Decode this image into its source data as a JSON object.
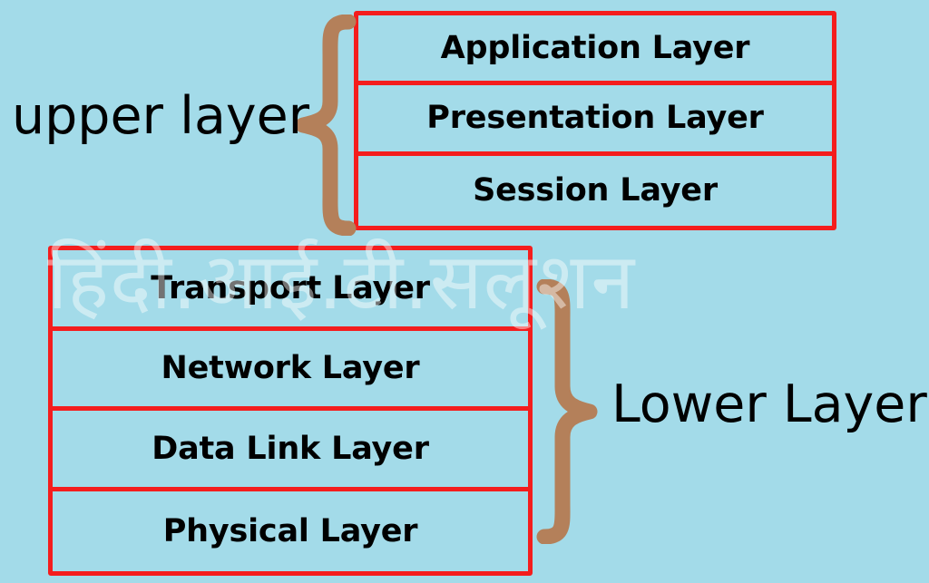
{
  "background_color": "#a3dbe9",
  "accent_color": "#f41d1d",
  "brace_color": "#b4805a",
  "text_color": "#000000",
  "watermark": {
    "text": "हिंदी.आई.टी.सलूशन",
    "color": "#ffffff"
  },
  "groups": {
    "upper": {
      "label": "upper layer",
      "brace": "left-curly-brace"
    },
    "lower": {
      "label": "Lower Layer",
      "brace": "right-curly-brace"
    }
  },
  "upper_stack": {
    "layers": [
      {
        "name": "Application Layer"
      },
      {
        "name": "Presentation Layer"
      },
      {
        "name": "Session Layer"
      }
    ]
  },
  "lower_stack": {
    "layers": [
      {
        "name": "Transport Layer"
      },
      {
        "name": "Network Layer"
      },
      {
        "name": "Data Link Layer"
      },
      {
        "name": "Physical Layer"
      }
    ]
  }
}
